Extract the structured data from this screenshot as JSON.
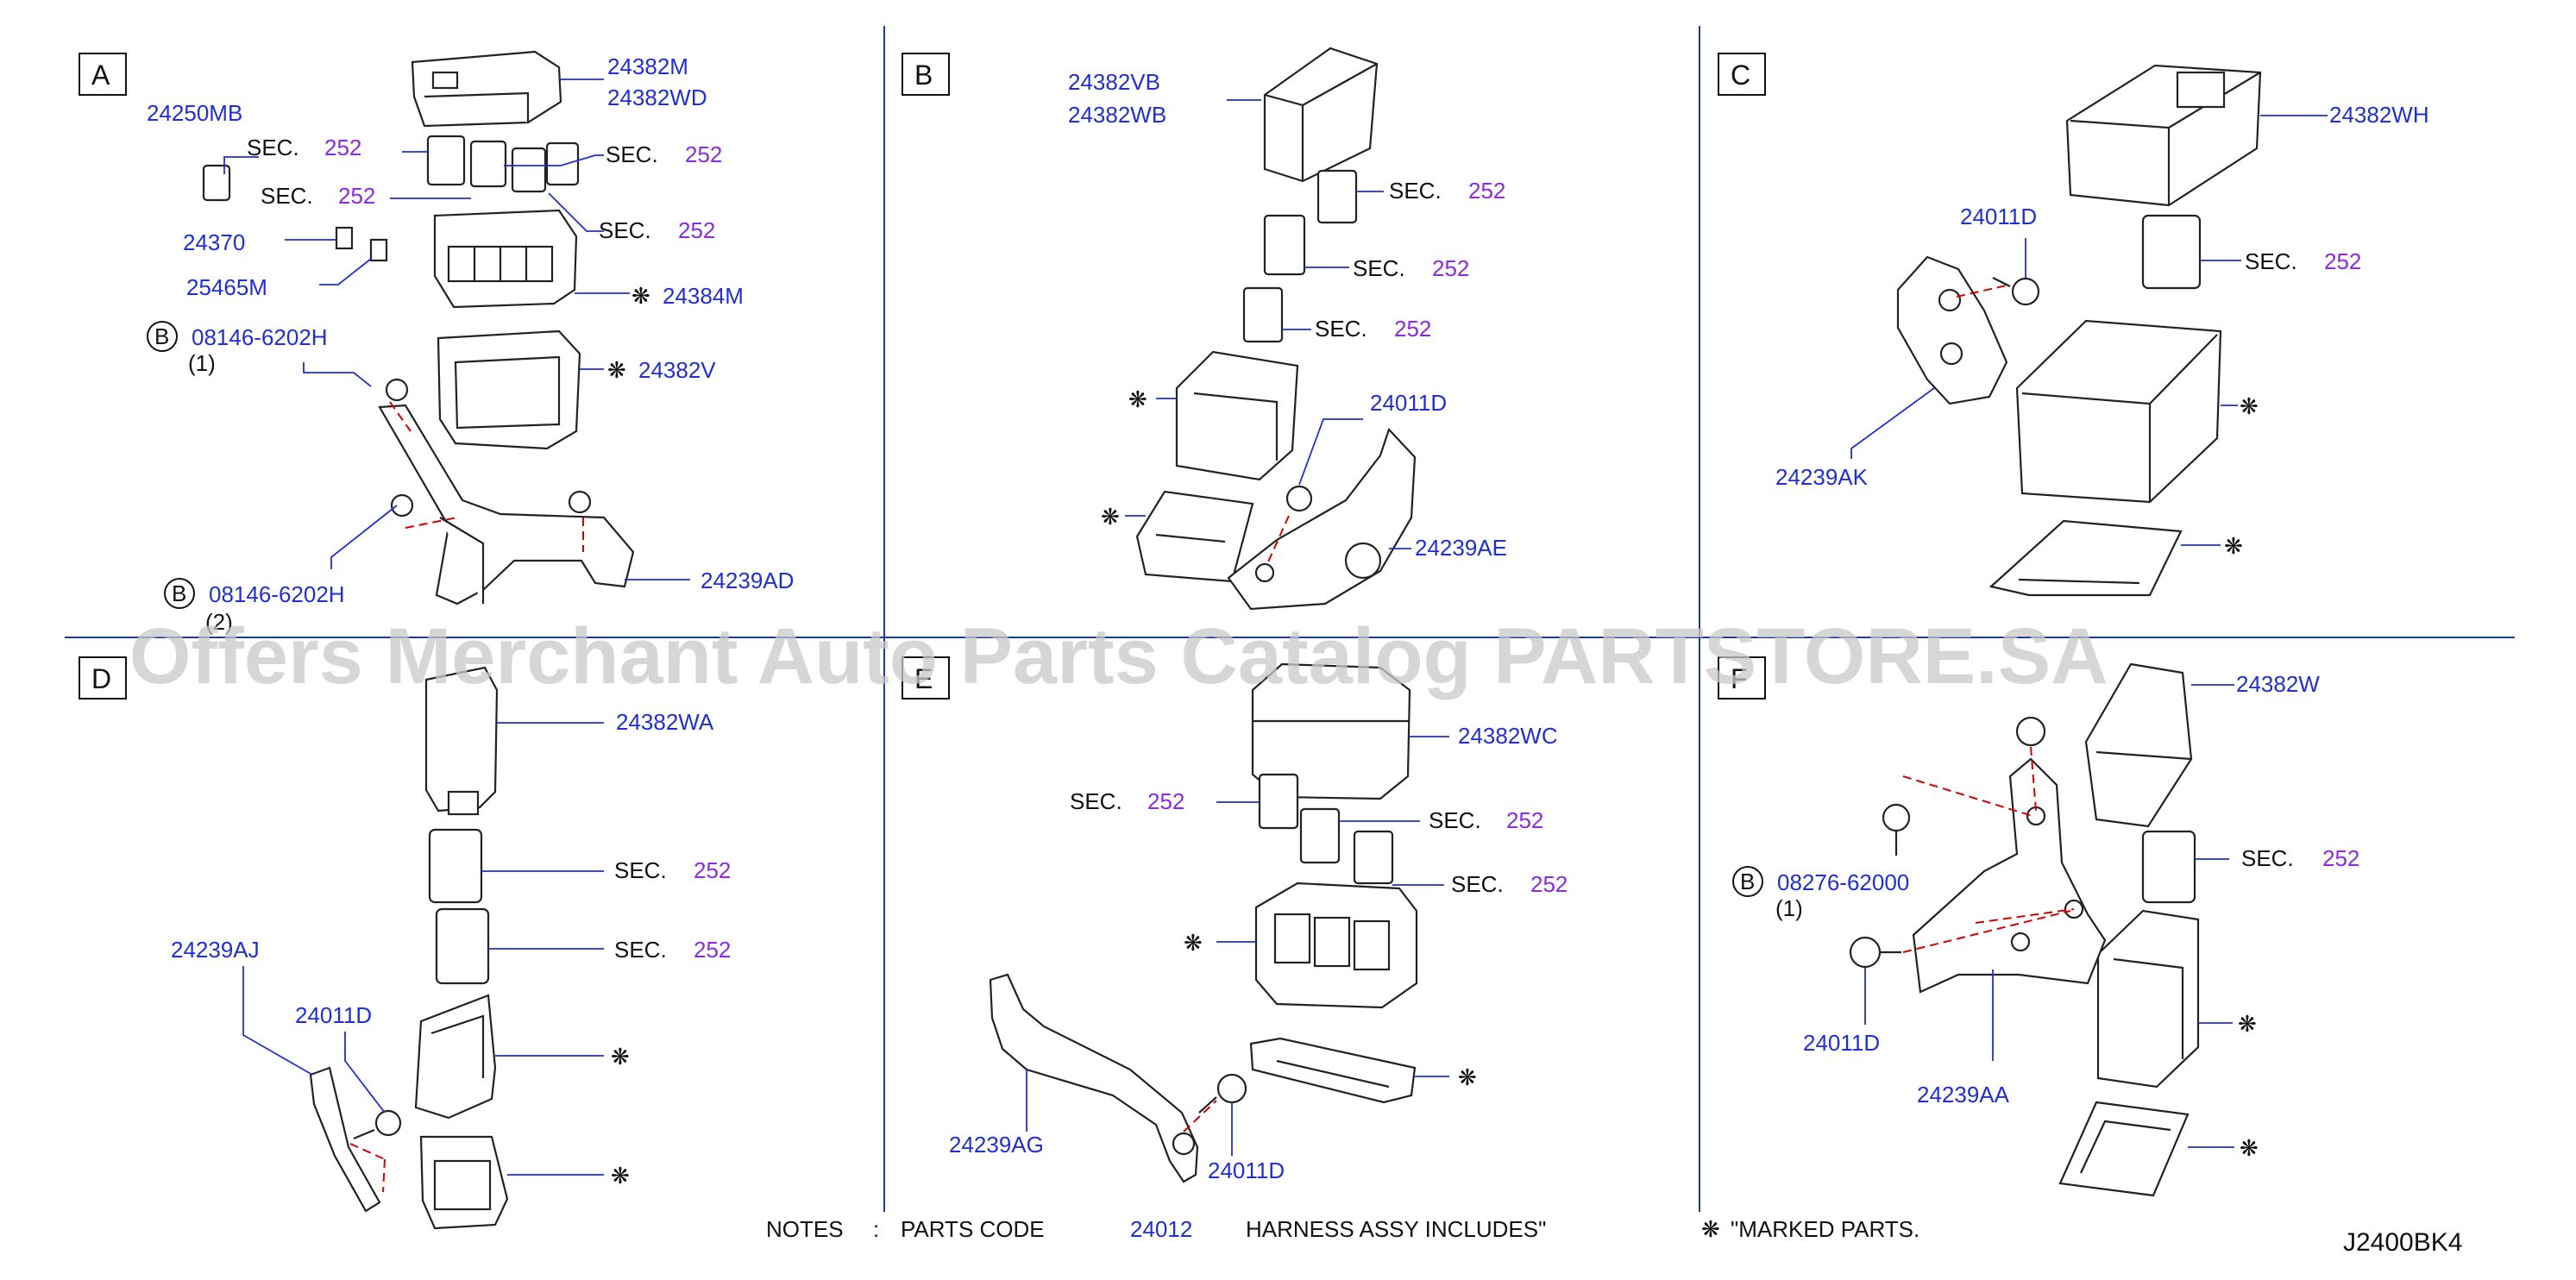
{
  "panels": {
    "A": {
      "letter": "A",
      "labels": {
        "p24382M": "24382M",
        "p24382WD": "24382WD",
        "p24250MB": "24250MB",
        "sec1": "SEC.",
        "sec1n": "252",
        "sec2": "SEC.",
        "sec2n": "252",
        "sec3": "SEC.",
        "sec3n": "252",
        "sec4": "SEC.",
        "sec4n": "252",
        "p24370": "24370",
        "p25465M": "25465M",
        "p24384M": "24384M",
        "b1": "08146-6202H",
        "b1q": "(1)",
        "p24382V": "24382V",
        "b2": "08146-6202H",
        "p24239AD": "24239AD",
        "b2q": "(2)"
      }
    },
    "B": {
      "letter": "B",
      "labels": {
        "p24382VB": "24382VB",
        "p24382WB": "24382WB",
        "sec1": "SEC.",
        "sec1n": "252",
        "sec2": "SEC.",
        "sec2n": "252",
        "sec3": "SEC.",
        "sec3n": "252",
        "p24011D": "24011D",
        "p24239AE": "24239AE"
      }
    },
    "C": {
      "letter": "C",
      "labels": {
        "p24382WH": "24382WH",
        "p24011D": "24011D",
        "sec1": "SEC.",
        "sec1n": "252",
        "p24239AK": "24239AK"
      }
    },
    "D": {
      "letter": "D",
      "labels": {
        "p24382WA": "24382WA",
        "sec1": "SEC.",
        "sec1n": "252",
        "sec2": "SEC.",
        "sec2n": "252",
        "p24239AJ": "24239AJ",
        "p24011D": "24011D"
      }
    },
    "E": {
      "letter": "E",
      "labels": {
        "p24382WC": "24382WC",
        "sec1": "SEC.",
        "sec1n": "252",
        "sec2": "SEC.",
        "sec2n": "252",
        "sec3": "SEC.",
        "sec3n": "252",
        "p24239AG": "24239AG",
        "p24011D": "24011D"
      }
    },
    "F": {
      "letter": "F",
      "labels": {
        "p24382W": "24382W",
        "b1": "08276-62000",
        "b1q": "(1)",
        "sec1": "SEC.",
        "sec1n": "252",
        "p24011D": "24011D",
        "p24239AA": "24239AA"
      }
    }
  },
  "bolt_marker": "B",
  "marked_symbol": "❋",
  "notes": {
    "notes_label": "NOTES",
    "colon": ":",
    "parts_code": "PARTS CODE",
    "part_number": "24012",
    "harness": "HARNESS ASSY INCLUDES\"",
    "marked": "\"MARKED PARTS."
  },
  "diagram_code": "J2400BK4",
  "watermark": "Offers Merchant Auto Parts Catalog PARTSTORE.SA",
  "colors": {
    "part_number": "#1f2fd0",
    "section_number": "#8a2be2",
    "dashed_reference": "#d40000",
    "grid": "#1f3b8a"
  }
}
